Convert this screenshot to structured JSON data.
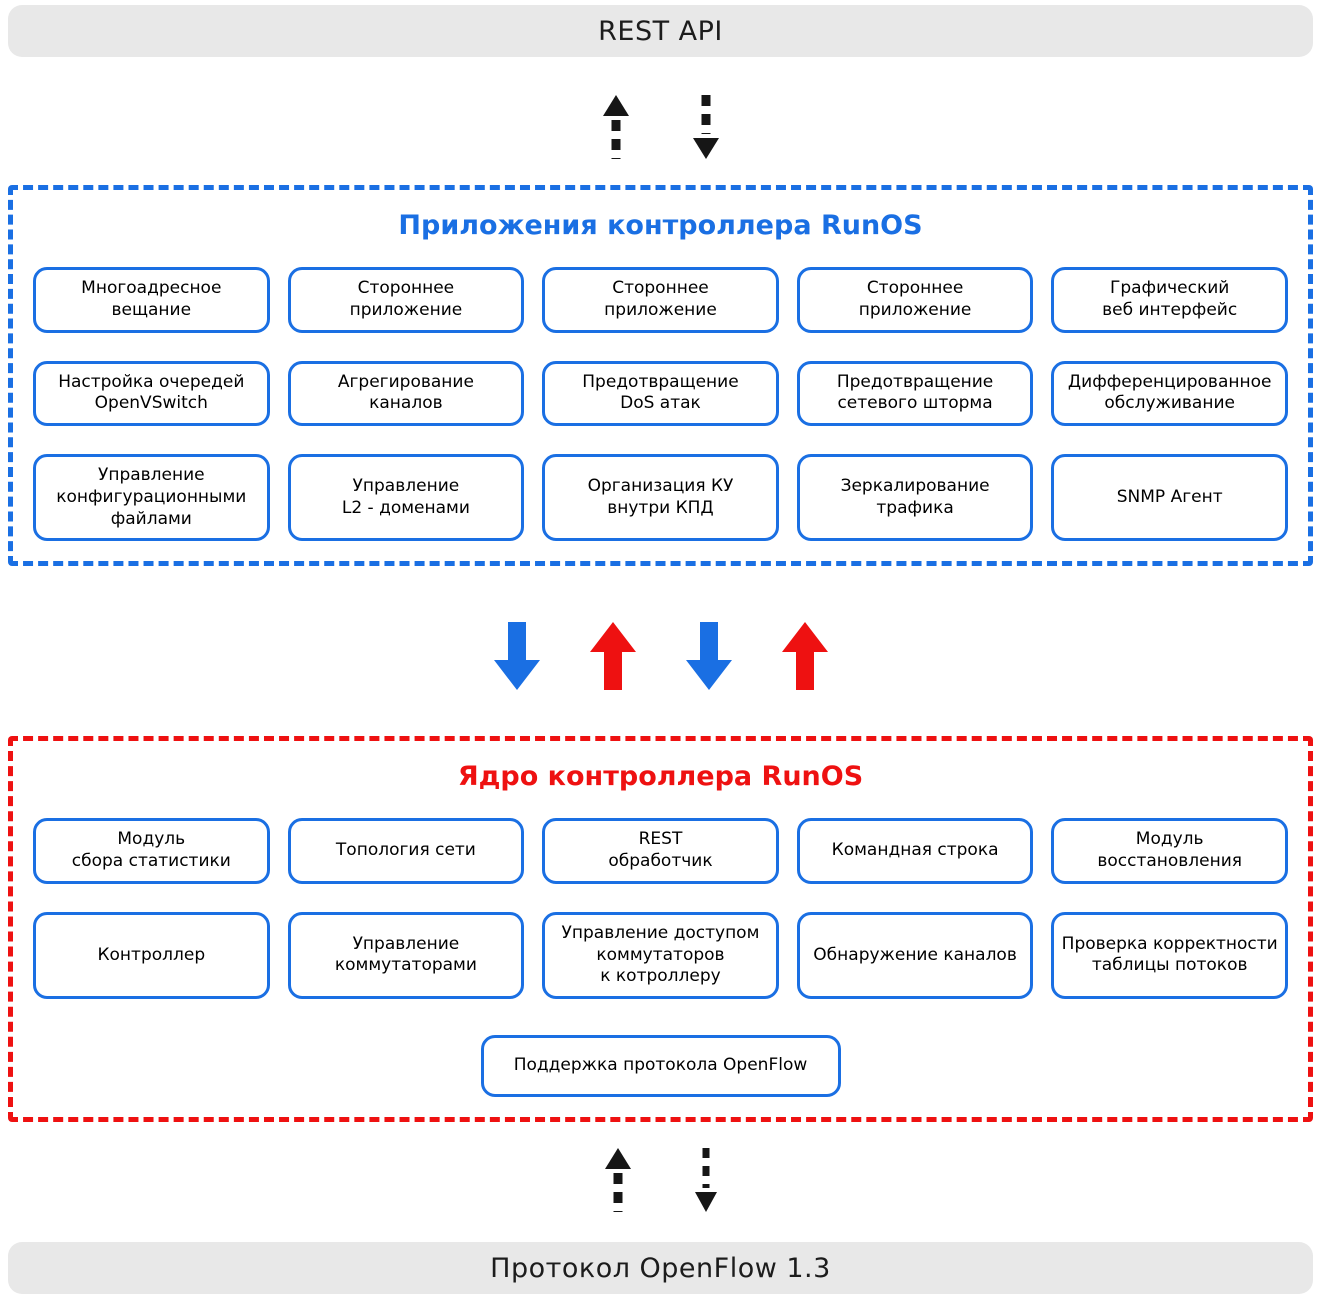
{
  "top_bar": {
    "label": "REST API"
  },
  "apps": {
    "title": "Приложения контроллера RunOS",
    "rows": [
      [
        "Многоадресное\nвещание",
        "Стороннее\nприложение",
        "Стороннее\nприложение",
        "Стороннее\nприложение",
        "Графический\nвеб интерфейс"
      ],
      [
        "Настройка очередей\nOpenVSwitch",
        "Агрегирование\nканалов",
        "Предотвращение\nDoS атак",
        "Предотвращение\nсетевого шторма",
        "Дифференцированное\nобслуживание"
      ],
      [
        "Управление\nконфигурационными\nфайлами",
        "Управление\nL2 - доменами",
        "Организация КУ\nвнутри КПД",
        "Зеркалирование\nтрафика",
        "SNMP Агент"
      ]
    ]
  },
  "core": {
    "title": "Ядро контроллера RunOS",
    "rows": [
      [
        "Модуль\nсбора статистики",
        "Топология сети",
        "REST\nобработчик",
        "Командная строка",
        "Модуль\nвосстановления"
      ],
      [
        "Контроллер",
        "Управление\nкоммутаторами",
        "Управление доступом\nкоммутаторов\nк котроллеру",
        "Обнаружение каналов",
        "Проверка корректности\nтаблицы потоков"
      ]
    ],
    "bottom_box": "Поддержка протокола OpenFlow"
  },
  "bottom_bar": {
    "label": "Протокол OpenFlow 1.3"
  },
  "colors": {
    "blue_accent": "#1a6fe3",
    "red_accent": "#ee1111",
    "gray_bar": "#e8e8e8",
    "arrow_black": "#161616"
  },
  "icons": {
    "top_arrows": [
      "up-dashed-arrow",
      "down-dashed-arrow"
    ],
    "middle_arrows": [
      "down-block-arrow-blue",
      "up-block-arrow-red",
      "down-block-arrow-blue",
      "up-block-arrow-red"
    ],
    "bottom_arrows": [
      "up-dashed-arrow",
      "down-dashed-arrow"
    ]
  }
}
